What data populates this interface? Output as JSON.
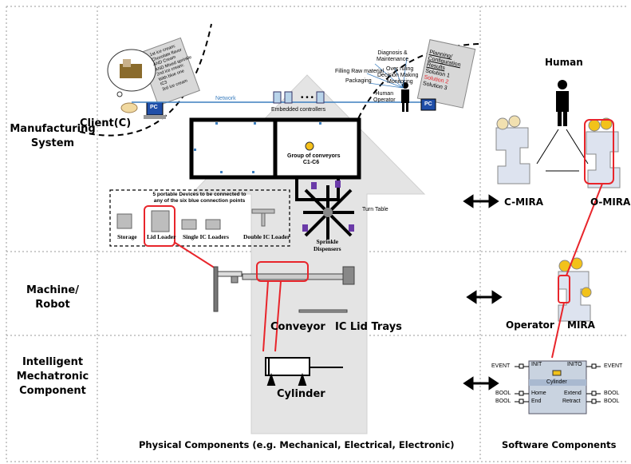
{
  "rows": {
    "manufacturing": "Manufacturing\nSystem",
    "machine": "Machine/ Robot",
    "intelligent": "Intelligent\nMechatronic\nComponent"
  },
  "footer": {
    "physical": "Physical Components (e.g. Mechanical, Electrical, Electronic)",
    "software": "Software Components"
  },
  "top": {
    "client": "Client(C)",
    "network": "Network",
    "embedded": "Embedded controllers",
    "dots": "• • •",
    "pc": "PC",
    "order_lines": [
      "1st ice cream:",
      "Chocolate flavor",
      "AND Cream",
      "AND Mixed sprinkle",
      "2nd ice cream:",
      "With blue one",
      "IC3",
      "3rd ice cream"
    ],
    "diagnosis": "Diagnosis &\nMaintenance",
    "filling": "Filling Raw material",
    "overruling": "Over ruling",
    "decision": "Decision Making",
    "monitoring": "Monitoring",
    "packaging": "Packaging",
    "human_operator": "Human\nOperator",
    "planning": "Planning/\nConfiguration\nResults",
    "solution1": "Solution 1",
    "solution2": "Solution 2",
    "solution3": "Solution 3"
  },
  "plant": {
    "conveyors": "Group of conveyors\nC1-C6",
    "turn_table": "Turn Table",
    "sprinkle": "Sprinkle\nDispensers",
    "devices_title": "5 portable Devices to be connected to\nany of the six blue connection points",
    "storage": "Storage",
    "lid_loader": "Lid Loader",
    "single": "Single IC Loaders",
    "double": "Double IC Loader"
  },
  "machine": {
    "conveyor": "Conveyor",
    "trays": "IC Lid Trays",
    "cylinder": "Cylinder"
  },
  "software": {
    "human": "Human",
    "cmira": "C-MIRA",
    "omira": "O-MIRA",
    "operator": "Operator",
    "mira": "MIRA"
  },
  "fb": {
    "event_in": "EVENT",
    "event_out": "EVENT",
    "init": "INIT",
    "inito": "INITO",
    "name": "Cylinder",
    "bool1": "BOOL",
    "bool2": "BOOL",
    "bool3": "BOOL",
    "bool4": "BOOL",
    "home": "Home",
    "end": "End",
    "extend": "Extend",
    "retract": "Retract"
  },
  "colors": {
    "red": "#e8252b",
    "network": "#3d7fbf",
    "arrow": "#e4e4e4",
    "grid": "#9a9a9a",
    "fb_fill": "#c9d3e0"
  }
}
